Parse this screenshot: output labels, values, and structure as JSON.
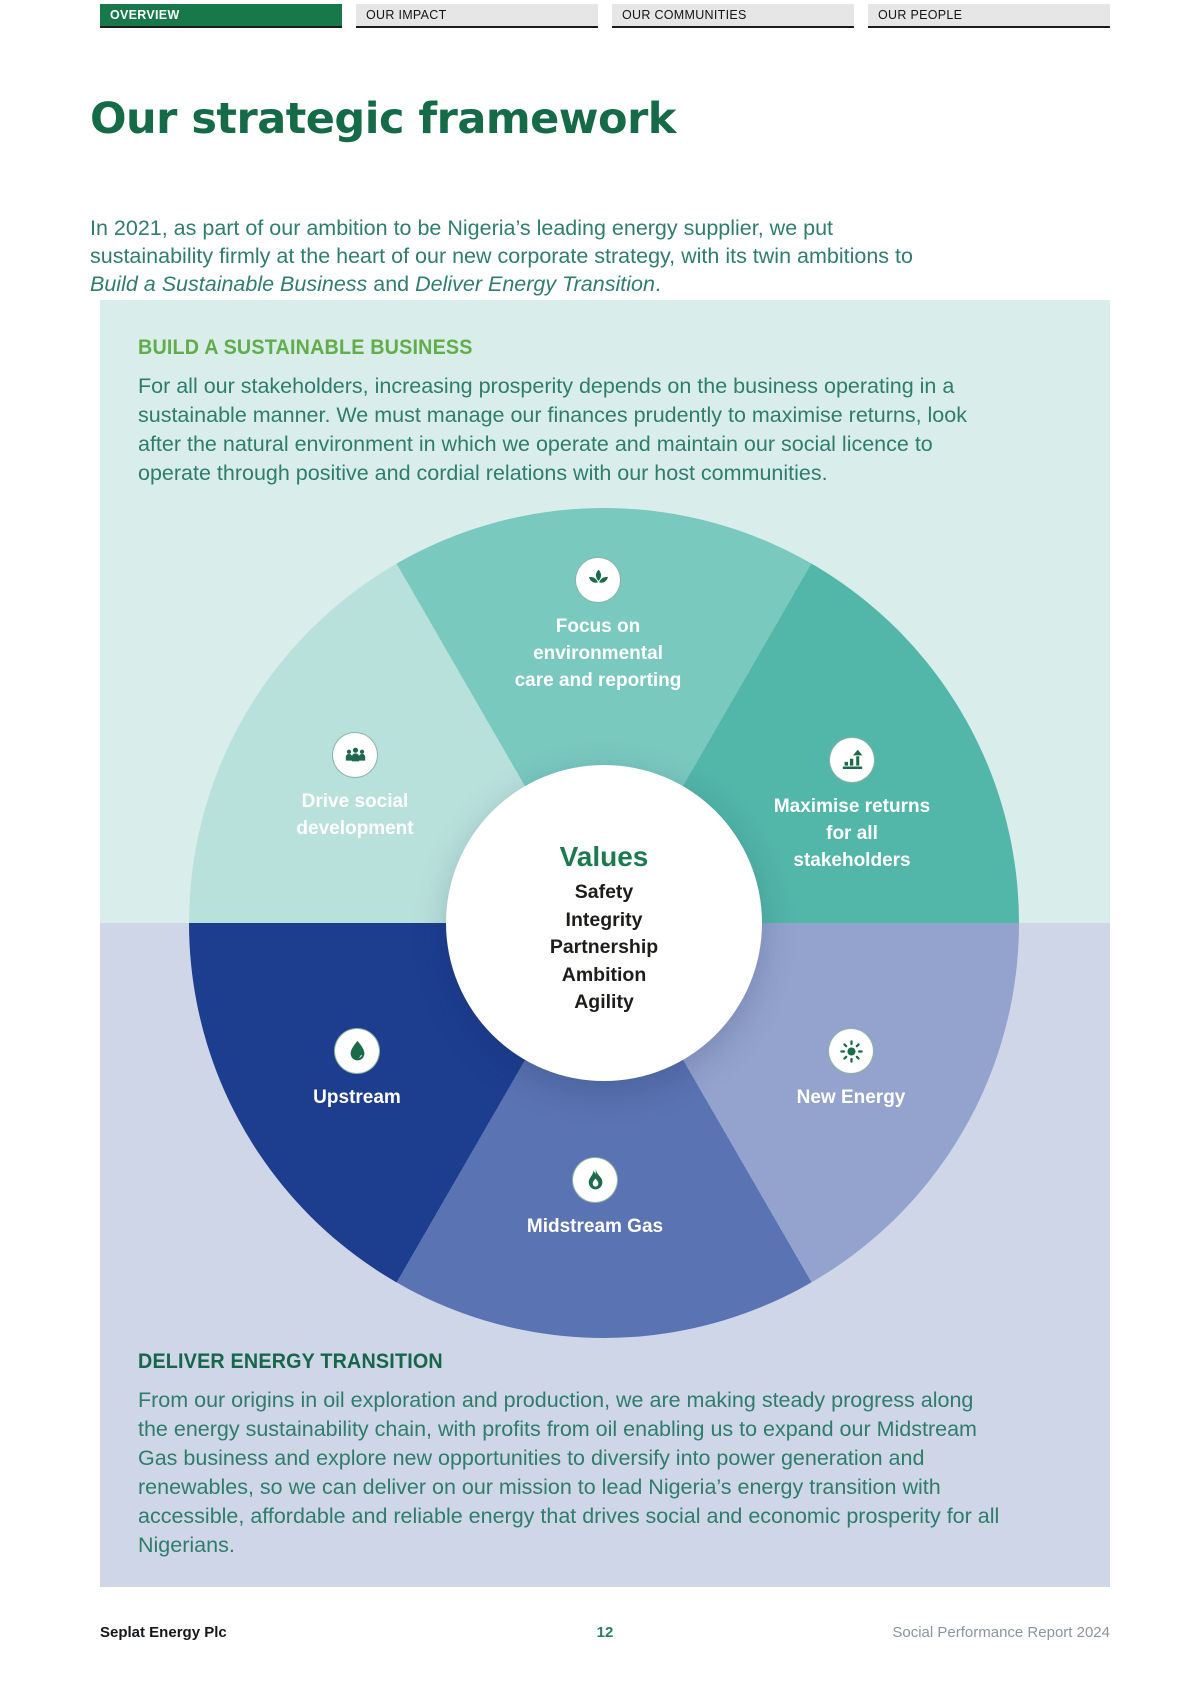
{
  "nav": {
    "tabs": [
      {
        "label": "OVERVIEW",
        "active": true
      },
      {
        "label": "OUR IMPACT",
        "active": false
      },
      {
        "label": "OUR COMMUNITIES",
        "active": false
      },
      {
        "label": "OUR PEOPLE",
        "active": false
      }
    ]
  },
  "page": {
    "title": "Our strategic framework"
  },
  "intro": {
    "text_before": "In 2021, as part of our ambition to be Nigeria’s leading energy supplier, we put sustainability firmly at the heart of our new corporate strategy, with its twin ambitions to ",
    "italic_1": "Build a Sustainable Business",
    "text_middle": " and ",
    "italic_2": "Deliver Energy Transition",
    "text_after": "."
  },
  "sections": {
    "build": {
      "heading": "BUILD A SUSTAINABLE BUSINESS",
      "body": "For all our stakeholders, increasing prosperity depends on the business operating in a sustainable manner. We must manage our finances prudently to maximise returns, look after the natural environment in which we operate and maintain our social licence to operate through positive and cordial relations with our host communities."
    },
    "deliver": {
      "heading": "DELIVER ENERGY TRANSITION",
      "body": "From our origins in oil exploration and production, we are making steady progress along the energy sustainability chain, with profits from oil enabling us to expand our Midstream Gas business and explore new opportunities to diversify into power generation and renewables, so we can deliver on our mission to lead Nigeria’s energy transition with accessible, affordable and reliable energy that drives social and economic prosperity for all Nigerians."
    }
  },
  "wheel": {
    "center": {
      "title": "Values",
      "values": [
        "Safety",
        "Integrity",
        "Partnership",
        "Ambition",
        "Agility"
      ]
    },
    "segments": [
      {
        "label": "Focus on environmental care and reporting",
        "icon": "leaves-icon",
        "color": "#79c9bf"
      },
      {
        "label": "Maximise returns for all stakeholders",
        "icon": "bar-chart-growth-icon",
        "color": "#52b6a9"
      },
      {
        "label": "New Energy",
        "icon": "sun-icon",
        "color": "#93a3cd"
      },
      {
        "label": "Midstream Gas",
        "icon": "flame-icon",
        "color": "#5a73b2"
      },
      {
        "label": "Upstream",
        "icon": "droplet-icon",
        "color": "#1d3d8f"
      },
      {
        "label": "Drive social development",
        "icon": "people-icon",
        "color": "#b9e1dc"
      }
    ]
  },
  "colors": {
    "brand_green": "#17784a",
    "title_green": "#156a48",
    "body_green": "#2e7d6b",
    "build_heading_green": "#61ad4a",
    "deliver_heading_green": "#17664a",
    "panel_top_bg": "#d9edeb",
    "panel_bottom_bg": "#ced6e8",
    "icon_glyph_green": "#1b6b4a",
    "page_number_green": "#2a7f58"
  },
  "footer": {
    "left": "Seplat Energy Plc",
    "page_number": "12",
    "right": "Social Performance Report 2024"
  }
}
